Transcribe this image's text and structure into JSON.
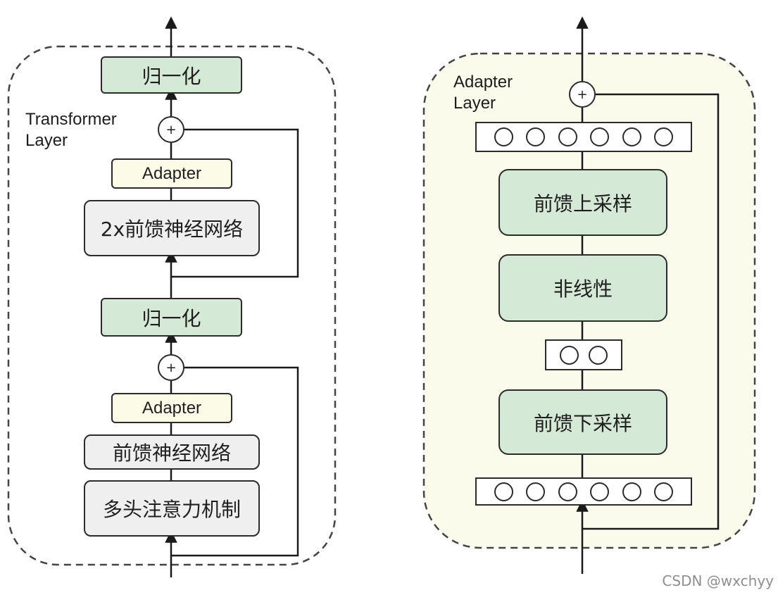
{
  "left_panel": {
    "label": "Transformer\nLayer",
    "top_norm": "归一化",
    "adapter_top": "Adapter",
    "ffn2x": "2x前馈神经网络",
    "mid_norm": "归一化",
    "adapter_bottom": "Adapter",
    "ffn": "前馈神经网络",
    "attention": "多头注意力机制",
    "plus_top": "+",
    "plus_bottom": "+"
  },
  "right_panel": {
    "label": "Adapter\nLayer",
    "up_proj": "前馈上采样",
    "nonlinear": "非线性",
    "down_proj": "前馈下采样",
    "plus": "+",
    "top_neuron_count": 6,
    "middle_neuron_count": 2,
    "bottom_neuron_count": 6
  },
  "colors": {
    "norm_green": "#d5ead6",
    "adapter_cream": "#fbfbe8",
    "block_gray": "#efefef",
    "adapter_panel_bg": "#fbfbec",
    "stroke": "#2b2b2b"
  },
  "watermark": "CSDN @wxchyy"
}
